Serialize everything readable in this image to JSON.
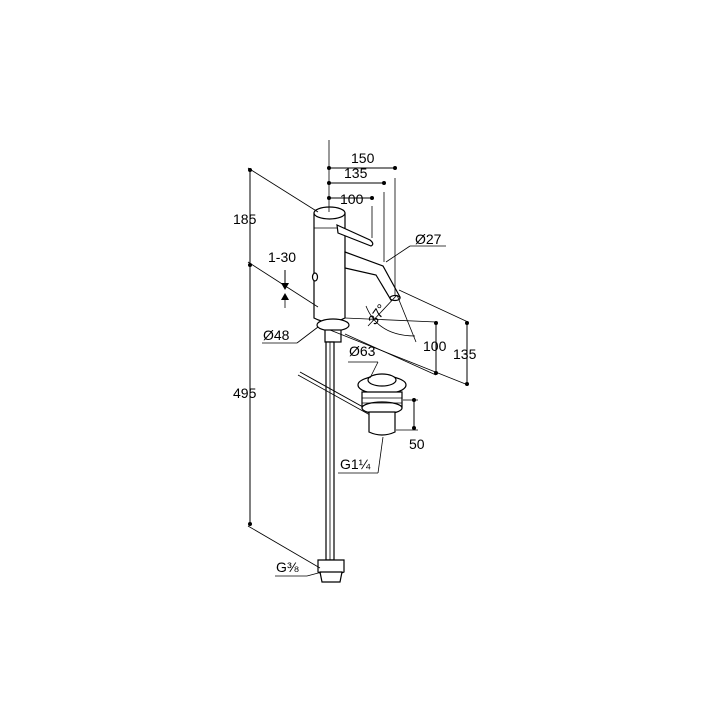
{
  "dimensions": {
    "d150": "150",
    "d135_top": "135",
    "d100_top": "100",
    "d185": "185",
    "d1_30": "1-30",
    "d27": "Ø27",
    "d37": "37°",
    "d48": "Ø48",
    "d63": "Ø63",
    "d100_right": "100",
    "d135_right": "135",
    "d495": "495",
    "d50": "50",
    "g114": "G1¼",
    "g38": "G⅜"
  }
}
